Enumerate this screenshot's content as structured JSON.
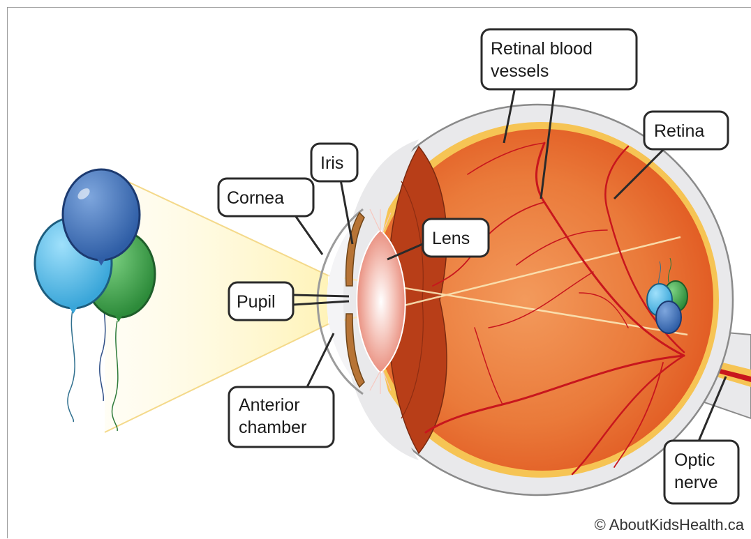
{
  "labels": {
    "retinal_blood_vessels_line1": "Retinal blood",
    "retinal_blood_vessels_line2": "vessels",
    "retina": "Retina",
    "iris": "Iris",
    "cornea": "Cornea",
    "lens": "Lens",
    "pupil": "Pupil",
    "anterior_chamber_line1": "Anterior",
    "anterior_chamber_line2": "chamber",
    "optic_nerve_line1": "Optic",
    "optic_nerve_line2": "nerve"
  },
  "copyright": "© AboutKidsHealth.ca",
  "colors": {
    "sclera": "#e9e9eb",
    "choroid": "#f6c454",
    "eye_interior": "#e4622a",
    "vessel": "#c8161d",
    "balloon_light_blue": "#4fb8e6",
    "balloon_dark_blue": "#3f6fb5",
    "balloon_green": "#3ea14a",
    "light_beam": "#fff6c4"
  }
}
